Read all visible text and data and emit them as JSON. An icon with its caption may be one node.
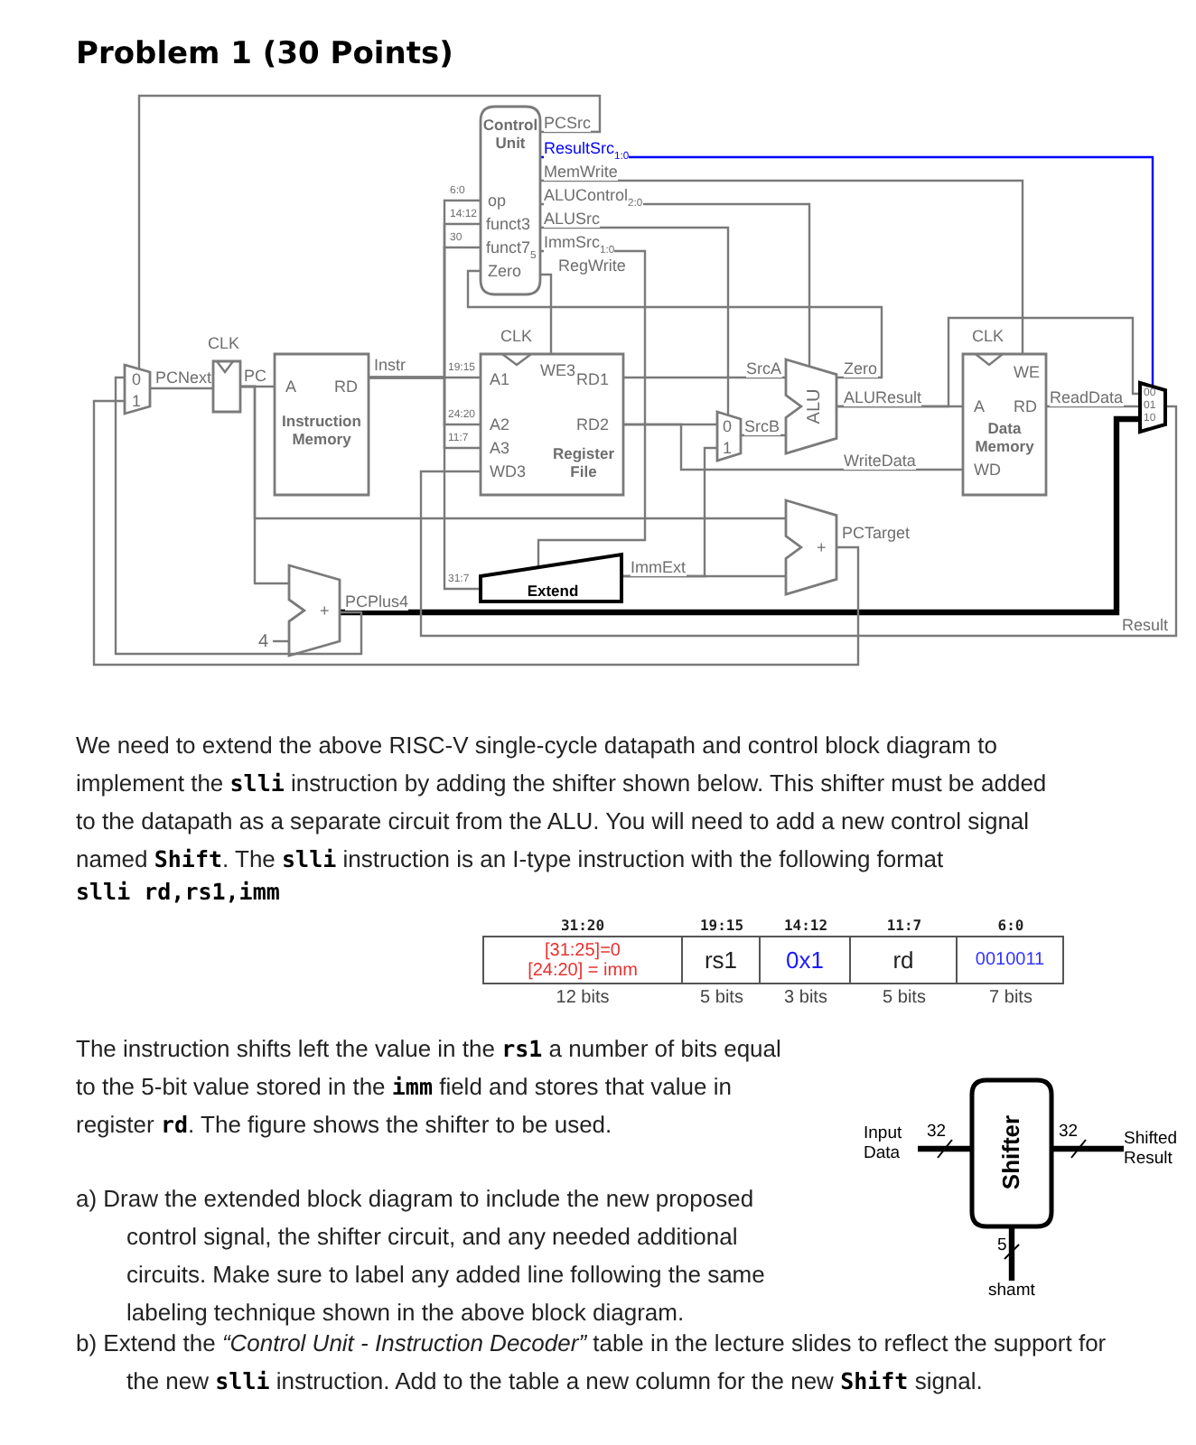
{
  "diagram": {
    "title": "Problem 1 (30 Points)",
    "nodes": [
      {
        "text": [
          "Control Unit",
          "op",
          "funct3",
          "funct7$_{5}$",
          "Zero"
        ]
      },
      {
        "text": [
          "0",
          "1"
        ]
      },
      {
        "text": [],
        "shape": "box",
        "beside": [
          "CLK"
        ]
      },
      {
        "text": [
          "A",
          "RD",
          "Instruction Memory"
        ]
      },
      {
        "text": [
          "WE3",
          "A1",
          "RD1",
          "A2",
          "RD2",
          "A3",
          "WD3",
          "Register File"
        ],
        "beside": [
          "CLK"
        ]
      },
      {
        "text": [
          "Extend"
        ]
      },
      {
        "text": [
          "0",
          "1"
        ]
      },
      {
        "text": [
          "ALU"
        ]
      },
      {
        "text": [
          "WE",
          "A",
          "RD",
          "Data Memory",
          "WD"
        ],
        "beside": [
          "CLK"
        ]
      },
      {
        "text": [
          "00",
          "01",
          "10"
        ]
      },
      {
        "text": [
          "+"
        ]
      },
      {
        "text": [
          "+"
        ]
      },
      {
        "text": [
          "4"
        ]
      },
      {
        "text": [
          "Shifter"
        ]
      },
      {
        "text": [
          "Input Data"
        ]
      },
      {
        "text": [
          "Shifted Result"
        ]
      },
      {
        "text": [
          "shamt"
        ]
      }
    ],
    "edges": [
      {
        "from": 1,
        "to": 2,
        "arrow": "none",
        "label": "PCNext"
      },
      {
        "from": 2,
        "to": 3,
        "arrow": "none",
        "label": "PC"
      },
      {
        "from": 2,
        "to": 10,
        "arrow": "none"
      },
      {
        "from": 2,
        "to": 11,
        "arrow": "none"
      },
      {
        "from": 3,
        "to": 0,
        "arrow": "none",
        "label": "6:0"
      },
      {
        "from": 3,
        "to": 0,
        "arrow": "none",
        "label": "14:12"
      },
      {
        "from": 3,
        "to": 0,
        "arrow": "none",
        "label": "30"
      },
      {
        "from": 3,
        "to": 4,
        "arrow": "none",
        "label": "19:15"
      },
      {
        "from": 3,
        "to": 4,
        "arrow": "none",
        "label": "24:20"
      },
      {
        "from": 3,
        "to": 4,
        "arrow": "none",
        "label": "11:7"
      },
      {
        "from": 3,
        "to": 5,
        "arrow": "none",
        "label": "31:7"
      },
      {
        "from": 0,
        "to": 1,
        "arrow": "none",
        "label": "PCSrc"
      },
      {
        "from": 0,
        "to": 9,
        "arrow": "none",
        "label": "ResultSrc$_{1:0}$",
        "color": "#0000ff"
      },
      {
        "from": 0,
        "to": 8,
        "arrow": "none",
        "label": "MemWrite"
      },
      {
        "from": 0,
        "to": 7,
        "arrow": "none",
        "label": "ALUControl$_{2:0}$"
      },
      {
        "from": 0,
        "to": 6,
        "arrow": "none",
        "label": "ALUSrc"
      },
      {
        "from": 0,
        "to": 5,
        "arrow": "none",
        "label": "ImmSrc$_{1:0}$"
      },
      {
        "from": 0,
        "to": 4,
        "arrow": "none",
        "label": "RegWrite"
      },
      {
        "from": 7,
        "to": 0,
        "arrow": "none",
        "label": "Zero"
      },
      {
        "from": 4,
        "to": 7,
        "arrow": "none",
        "label": "SrcA"
      },
      {
        "from": 4,
        "to": 6,
        "arrow": "none"
      },
      {
        "from": 4,
        "to": 8,
        "arrow": "none",
        "label": "WriteData"
      },
      {
        "from": 5,
        "to": 6,
        "arrow": "none",
        "label": "ImmExt"
      },
      {
        "from": 5,
        "to": 11,
        "arrow": "none"
      },
      {
        "from": 6,
        "to": 7,
        "arrow": "none",
        "label": "SrcB"
      },
      {
        "from": 7,
        "to": 8,
        "arrow": "none",
        "label": "ALUResult"
      },
      {
        "from": 7,
        "to": 9,
        "arrow": "none"
      },
      {
        "from": 8,
        "to": 9,
        "arrow": "none",
        "label": "ReadData"
      },
      {
        "from": 10,
        "to": 9,
        "arrow": "none",
        "label": "PCPlus4",
        "style": "thick",
        "color": "#000000"
      },
      {
        "from": 10,
        "to": 1,
        "arrow": "none"
      },
      {
        "from": 12,
        "to": 10,
        "arrow": "none"
      },
      {
        "from": 11,
        "to": 1,
        "arrow": "none",
        "label": "PCTarget"
      },
      {
        "from": 9,
        "to": 4,
        "arrow": "none",
        "label": "Result"
      },
      {
        "from": 14,
        "to": 13,
        "arrow": "none",
        "label": "32",
        "style": "thick",
        "color": "#000000"
      },
      {
        "from": 13,
        "to": 15,
        "arrow": "none",
        "label": "32",
        "style": "thick",
        "color": "#000000"
      },
      {
        "from": 16,
        "to": 13,
        "arrow": "none",
        "label": "5",
        "style": "thick",
        "color": "#000000"
      }
    ],
    "labels": [
      "Instr",
      "We need to extend the above RISC-V single-cycle datapath and control block diagram to implement the **slli** instruction by adding the shifter shown below. This shifter must be added to the datapath as a separate circuit from the ALU. You will need to add a new control signal named **Shift**. The **slli** instruction is an I-type instruction with the following format",
      "slli rd,rs1,imm",
      "31:20",
      "19:15",
      "14:12",
      "11:7",
      "6:0",
      "[31:25]=0 [24:20] = imm",
      "rs1",
      "0x1",
      "rd",
      "0010011",
      "12 bits",
      "5 bits",
      "3 bits",
      "5 bits",
      "7 bits",
      "The instruction shifts left the value in the **rs1** a number of bits equal to the 5-bit value stored in the **imm** field and stores that value in register **rd**. The figure shows the shifter to be used.",
      "a) Draw the extended block diagram to include the new proposed control signal, the shifter circuit, and any needed additional circuits. Make sure to label any added line following the same labeling technique shown in the above block diagram.",
      "b) Extend the *“Control Unit - Instruction Decoder”* table in the lecture slides to reflect the support for the new **slli** instruction. Add to the table a new column for the new **Shift** signal."
    ]
  }
}
